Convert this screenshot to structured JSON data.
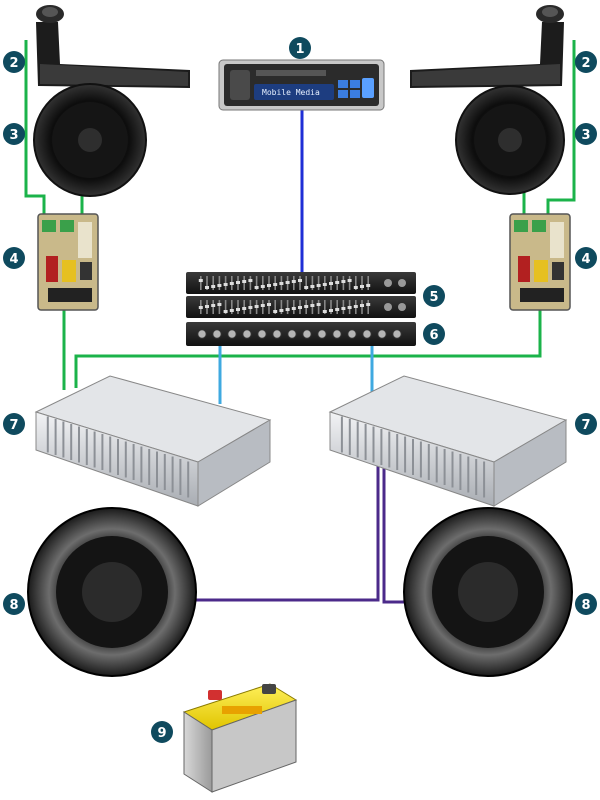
{
  "colors": {
    "badge": "#0f4a5e",
    "badge_text": "#ffffff",
    "wire_signal": "#1f2fd6",
    "wire_rca": "#3fa9e0",
    "wire_speaker": "#1bb34a",
    "wire_sub": "#4b2a8a"
  },
  "head_unit": {
    "display_text": "Mobile Media",
    "icon": "car-stereo-head-unit"
  },
  "components": [
    {
      "id": "1",
      "icon": "head-unit"
    },
    {
      "id": "2",
      "icon": "tweeter"
    },
    {
      "id": "3",
      "icon": "midrange-speaker"
    },
    {
      "id": "4",
      "icon": "passive-crossover"
    },
    {
      "id": "5",
      "icon": "graphic-equalizer"
    },
    {
      "id": "6",
      "icon": "electronic-crossover"
    },
    {
      "id": "7",
      "icon": "amplifier"
    },
    {
      "id": "8",
      "icon": "subwoofer"
    },
    {
      "id": "9",
      "icon": "battery"
    }
  ],
  "badges": [
    {
      "label": "1"
    },
    {
      "label": "2"
    },
    {
      "label": "2"
    },
    {
      "label": "3"
    },
    {
      "label": "3"
    },
    {
      "label": "4"
    },
    {
      "label": "4"
    },
    {
      "label": "5"
    },
    {
      "label": "6"
    },
    {
      "label": "7"
    },
    {
      "label": "7"
    },
    {
      "label": "8"
    },
    {
      "label": "8"
    },
    {
      "label": "9"
    }
  ]
}
